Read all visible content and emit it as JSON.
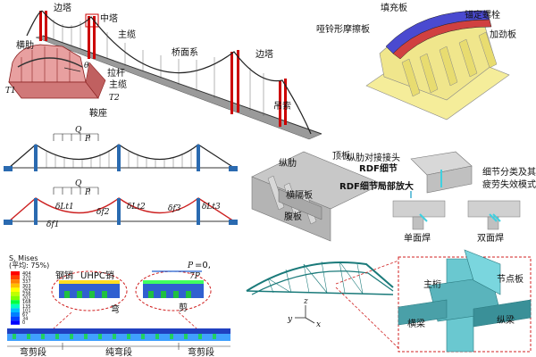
{
  "panel1": {
    "side_tower_left": "边塔",
    "mid_tower": "中塔",
    "main_cable": "主缆",
    "deck": "桥面系",
    "side_tower_right": "边塔",
    "hanger": "吊索",
    "rib": "横肋",
    "theta": "θ",
    "tie_rod": "拉杆",
    "cable2": "主缆",
    "t1": "T1",
    "t2": "T2",
    "saddle": "鞍座"
  },
  "panel2": {
    "filler": "填充板",
    "anchor_bolt": "锚定螺栓",
    "friction_plate": "哑铃形摩擦板",
    "stiffener": "加劲板"
  },
  "panel3": {
    "q1": "Q",
    "p1": "P",
    "q2": "Q",
    "p2": "P",
    "dl1": "δLt1",
    "df1": "δf1",
    "df2": "δf2",
    "dl2": "δLt2",
    "df3": "δf3",
    "dl3": "δLt3"
  },
  "panel4": {
    "top_plate": "顶板",
    "rib_joint": "纵肋对接接头",
    "rdf_detail": "RDF细节",
    "longitudinal_rib": "纵肋",
    "rdf_local": "RDF细节局部放大",
    "diaphragm": "横隔板",
    "web": "腹板",
    "classification": "细节分类及其",
    "fatigue_mode": "疲劳失效模式",
    "single_weld": "单面焊",
    "double_weld": "双面焊"
  },
  "panel5": {
    "legend_title": "S, Mises",
    "legend_sub": "(平均: 75%)",
    "legend_values": [
      "404",
      "370",
      "337",
      "303",
      "269",
      "236",
      "202",
      "168",
      "135",
      "101",
      "67",
      "34",
      "0"
    ],
    "legend_colors": [
      "#ff0000",
      "#ff4000",
      "#ff8000",
      "#ffbf00",
      "#ffff00",
      "#bfff00",
      "#80ff00",
      "#00ff40",
      "#00ffbf",
      "#00bfff",
      "#0080ff",
      "#0040ff",
      "#0000ff"
    ],
    "steel_pin": "钢销",
    "uhpc_pin": "UHPC销",
    "bend": "弯",
    "load": "P",
    "load_eq": "=0,",
    "load2": "7P",
    "shear": "剪",
    "seg_left": "弯剪段",
    "seg_mid": "纯弯段",
    "seg_right": "弯剪段"
  },
  "panel6": {
    "main_truss": "主桁",
    "node_plate": "节点板",
    "cross_beam": "横梁",
    "stringer": "纵梁",
    "axis_z": "z",
    "axis_y": "y",
    "axis_x": "x"
  }
}
